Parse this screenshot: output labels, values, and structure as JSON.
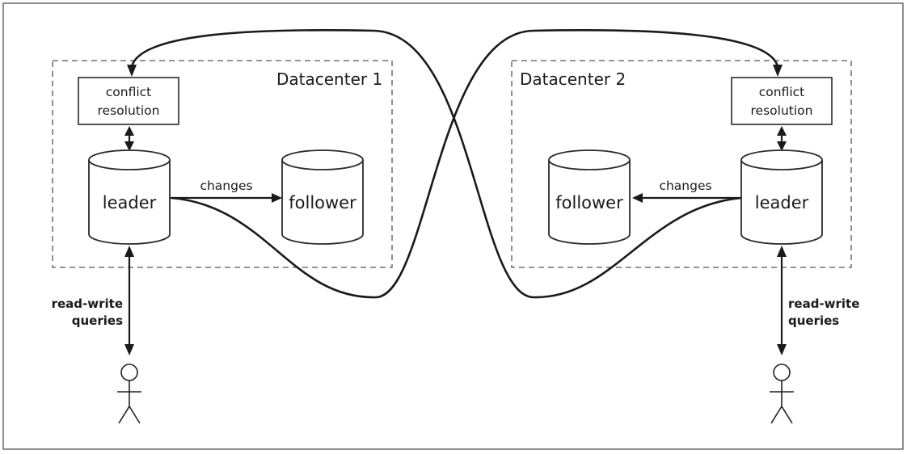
{
  "datacenter1": {
    "title": "Datacenter 1",
    "conflict_line1": "conflict",
    "conflict_line2": "resolution",
    "leader": "leader",
    "follower": "follower",
    "changes": "changes",
    "queries_line1": "read-write",
    "queries_line2": "queries"
  },
  "datacenter2": {
    "title": "Datacenter 2",
    "conflict_line1": "conflict",
    "conflict_line2": "resolution",
    "leader": "leader",
    "follower": "follower",
    "changes": "changes",
    "queries_line1": "read-write",
    "queries_line2": "queries"
  }
}
